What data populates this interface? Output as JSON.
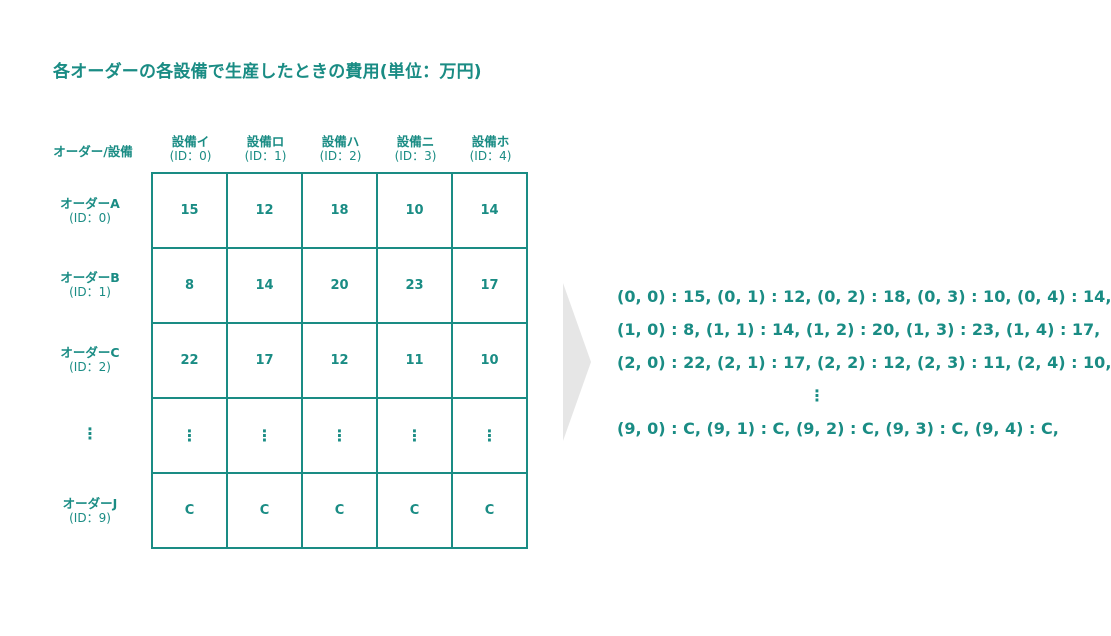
{
  "title": "各オーダーの各設備で生産したときの費用(単位：万円)",
  "corner_label": "オーダー/設備",
  "columns": [
    {
      "name": "設備イ",
      "id": "(ID：0)"
    },
    {
      "name": "設備ロ",
      "id": "(ID：1)"
    },
    {
      "name": "設備ハ",
      "id": "(ID：2)"
    },
    {
      "name": "設備ニ",
      "id": "(ID：3)"
    },
    {
      "name": "設備ホ",
      "id": "(ID：4)"
    }
  ],
  "rows": [
    {
      "name": "オーダーA",
      "id": "(ID：0)",
      "values": [
        "15",
        "12",
        "18",
        "10",
        "14"
      ]
    },
    {
      "name": "オーダーB",
      "id": "(ID：1)",
      "values": [
        "8",
        "14",
        "20",
        "23",
        "17"
      ]
    },
    {
      "name": "オーダーC",
      "id": "(ID：2)",
      "values": [
        "22",
        "17",
        "12",
        "11",
        "10"
      ]
    },
    {
      "name": "",
      "id": "",
      "values": [
        "⋮",
        "⋮",
        "⋮",
        "⋮",
        "⋮"
      ]
    },
    {
      "name": "オーダーJ",
      "id": "(ID：9)",
      "values": [
        "C",
        "C",
        "C",
        "C",
        "C"
      ]
    }
  ],
  "ellipsis": "⋮",
  "dict_lines": [
    "(0, 0) : 15, (0, 1) : 12, (0, 2) : 18, (0, 3) : 10, (0, 4) : 14,",
    "(1, 0) : 8, (1, 1) : 14, (1, 2) : 20, (1, 3) : 23, (1, 4) : 17,",
    "(2, 0) : 22, (2, 1) : 17, (2, 2) : 12, (2, 3) : 11, (2, 4) : 10,",
    "⋮",
    "(9, 0) : C, (9, 1) : C, (9, 2) : C, (9, 3) : C, (9, 4) : C,"
  ],
  "colors": {
    "accent": "#1a8c84",
    "arrow": "#e6e6e6"
  }
}
